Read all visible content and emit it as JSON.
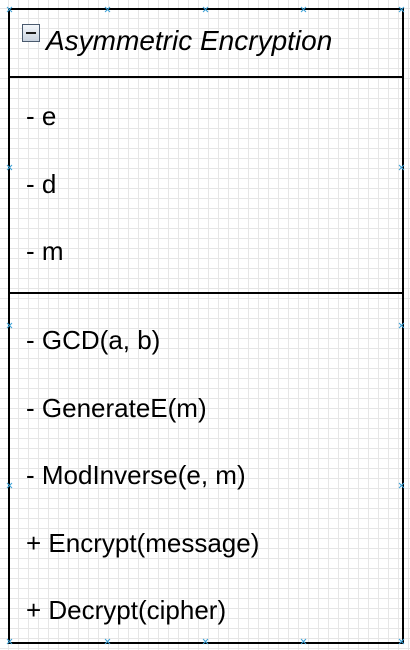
{
  "class_box": {
    "title": "Asymmetric Encryption",
    "title_style": "italic",
    "collapse_icon": "minus-box-icon",
    "attributes": [
      {
        "text": "- e"
      },
      {
        "text": "- d"
      },
      {
        "text": "- m"
      }
    ],
    "operations": [
      {
        "text": "- GCD(a, b)"
      },
      {
        "text": "- GenerateE(m)"
      },
      {
        "text": "- ModInverse(e, m)"
      },
      {
        "text": "+ Encrypt(message)"
      },
      {
        "text": "+ Decrypt(cipher)"
      }
    ]
  },
  "colors": {
    "border": "#000000",
    "grid": "#e6e6e6",
    "selection_handle": "#3aa0d6",
    "background": "#ffffff"
  }
}
